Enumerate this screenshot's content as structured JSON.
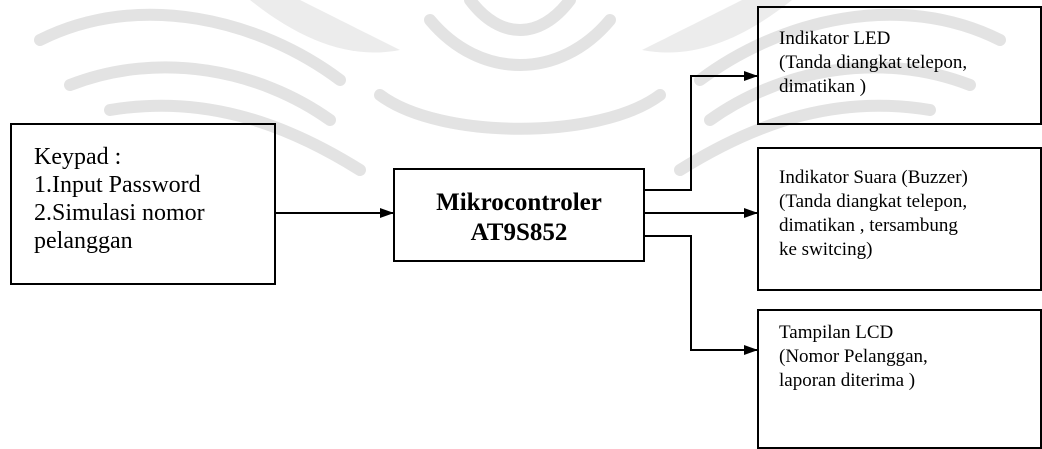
{
  "diagram": {
    "keypad": {
      "lines": [
        "Keypad :",
        "1.Input Password",
        "2.Simulasi nomor",
        "pelanggan"
      ]
    },
    "microcontroller": {
      "lines": [
        "Mikrocontroler",
        "AT9S852"
      ]
    },
    "led_indicator": {
      "lines": [
        "Indikator LED",
        "(Tanda diangkat telepon,",
        "dimatikan )"
      ]
    },
    "buzzer_indicator": {
      "lines": [
        "Indikator Suara (Buzzer)",
        "(Tanda diangkat telepon,",
        "dimatikan , tersambung",
        "ke switcing)"
      ]
    },
    "lcd_display": {
      "lines": [
        "Tampilan LCD",
        "(Nomor Pelanggan,",
        "laporan diterima )"
      ]
    }
  },
  "colors": {
    "line": "#000000",
    "watermark": "#e3e3e3",
    "background": "#ffffff"
  }
}
